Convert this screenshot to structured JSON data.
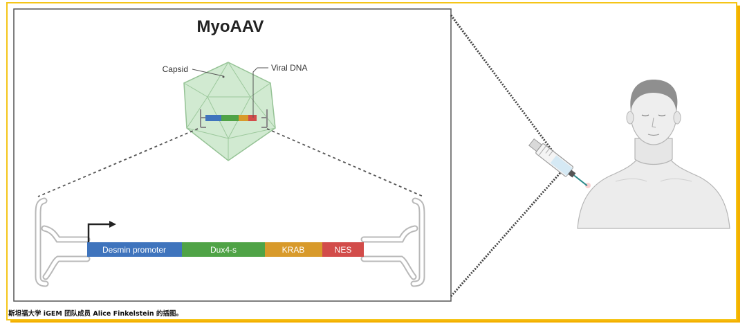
{
  "diagram": {
    "title": "MyoAAV",
    "labels": {
      "capsid": "Capsid",
      "viral_dna": "Viral DNA"
    },
    "construct_segments": [
      {
        "name": "desmin",
        "label": "Desmin promoter",
        "color": "#3f74bd"
      },
      {
        "name": "dux4s",
        "label": "Dux4-s",
        "color": "#4fa346"
      },
      {
        "name": "krab",
        "label": "KRAB",
        "color": "#d89a2b"
      },
      {
        "name": "nes",
        "label": "NES",
        "color": "#d24c4a"
      }
    ]
  },
  "caption": "斯坦福大学 iGEM 团队成员 Alice Finkelstein 的插图。",
  "colors": {
    "frame_border": "#f5c518",
    "frame_shadow": "#f4b000",
    "capsid_fill": "#cfe9cf",
    "capsid_stroke": "#8fbf8f",
    "itr_gray": "#b8b8b8"
  }
}
